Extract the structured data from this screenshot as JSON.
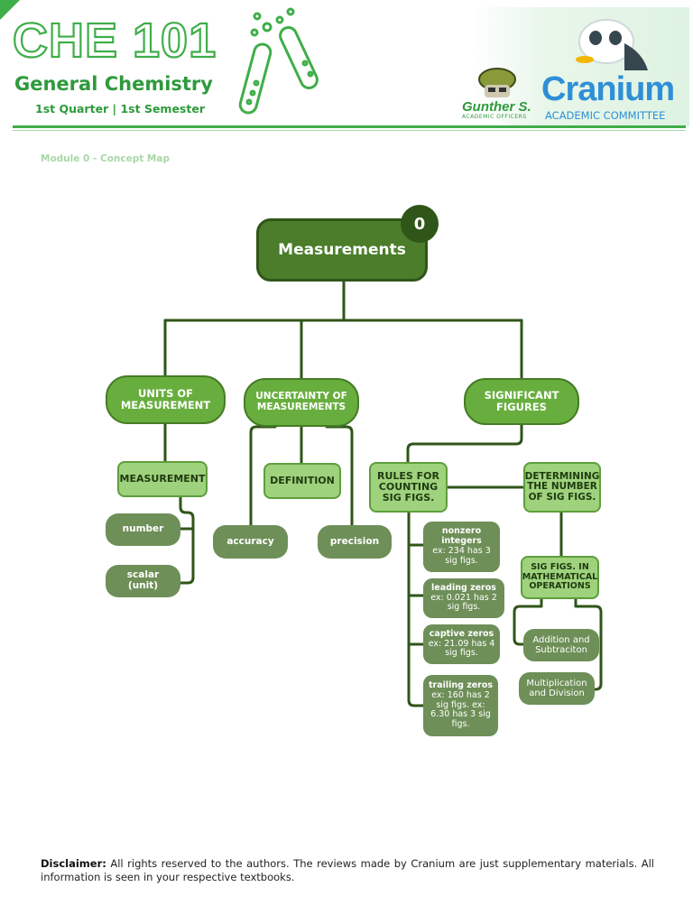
{
  "header": {
    "course_code": "CHE 101",
    "course_name": "General Chemistry",
    "term": "1st Quarter | 1st Semester",
    "brand_name": "Cranium",
    "brand_sub": "ACADEMIC COMMITTEE",
    "mascot_name": "Gunther S.",
    "mascot_sub": "ACADEMIC OFFICERS"
  },
  "module_label": "Module 0 - Concept Map",
  "concept_map": {
    "badge": "0",
    "root": "Measurements",
    "units": {
      "title": "UNITS OF MEASUREMENT",
      "child": "MEASUREMENT",
      "leaves": [
        "number",
        "scalar (unit)"
      ]
    },
    "uncertainty": {
      "title": "UNCERTAINTY OF MEASUREMENTS",
      "child": "DEFINITION",
      "leaves": [
        "accuracy",
        "precision"
      ]
    },
    "sigfigs": {
      "title": "SIGNIFICANT FIGURES",
      "rules_title": "RULES FOR COUNTING SIG FIGS.",
      "determining_title": "DETERMINING THE NUMBER OF SIG FIGS.",
      "rules": [
        {
          "title": "nonzero integers",
          "desc": "ex: 234 has 3 sig figs."
        },
        {
          "title": "leading zeros",
          "desc": "ex: 0.021 has 2 sig figs."
        },
        {
          "title": "captive zeros",
          "desc": "ex: 21.09 has 4 sig figs."
        },
        {
          "title": "trailing zeros",
          "desc": "ex: 160 has 2 sig figs. ex: 6.30 has 3 sig figs."
        }
      ],
      "operations_title": "SIG FIGS. IN MATHEMATICAL OPERATIONS",
      "operations": [
        "Addition and Subtraciton",
        "Multiplication and Division"
      ]
    }
  },
  "disclaimer": {
    "label": "Disclaimer:",
    "text": "All rights reserved to the authors. The reviews made by Cranium are just supplementary materials. All information is seen in your respective textbooks."
  },
  "colors": {
    "brand_green": "#3fae49",
    "root_fill": "#4b7d2a",
    "category_fill": "#68ae3e",
    "sub_fill": "#9fd27c",
    "leaf_fill": "#6e8f58",
    "brand_blue": "#2f8fd6"
  }
}
